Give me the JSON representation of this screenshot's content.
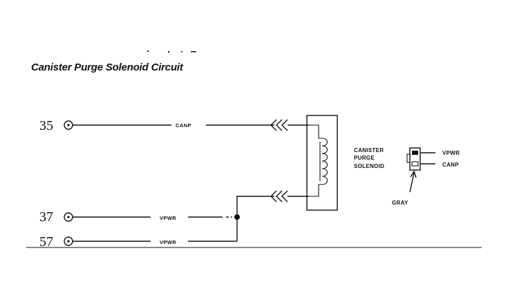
{
  "title": "Canister Purge Solenoid Circuit",
  "pins": [
    {
      "number": "35",
      "wire": "CANP"
    },
    {
      "number": "37",
      "wire": "VPWR"
    },
    {
      "number": "57",
      "wire": "VPWR"
    }
  ],
  "connector": {
    "name_lines": [
      "CANISTER",
      "PURGE",
      "SOLENOID"
    ],
    "terminal_labels": [
      "VPWR",
      "CANP"
    ],
    "color_label": "GRAY"
  },
  "colors": {
    "ink": "#111111",
    "background": "#ffffff"
  }
}
